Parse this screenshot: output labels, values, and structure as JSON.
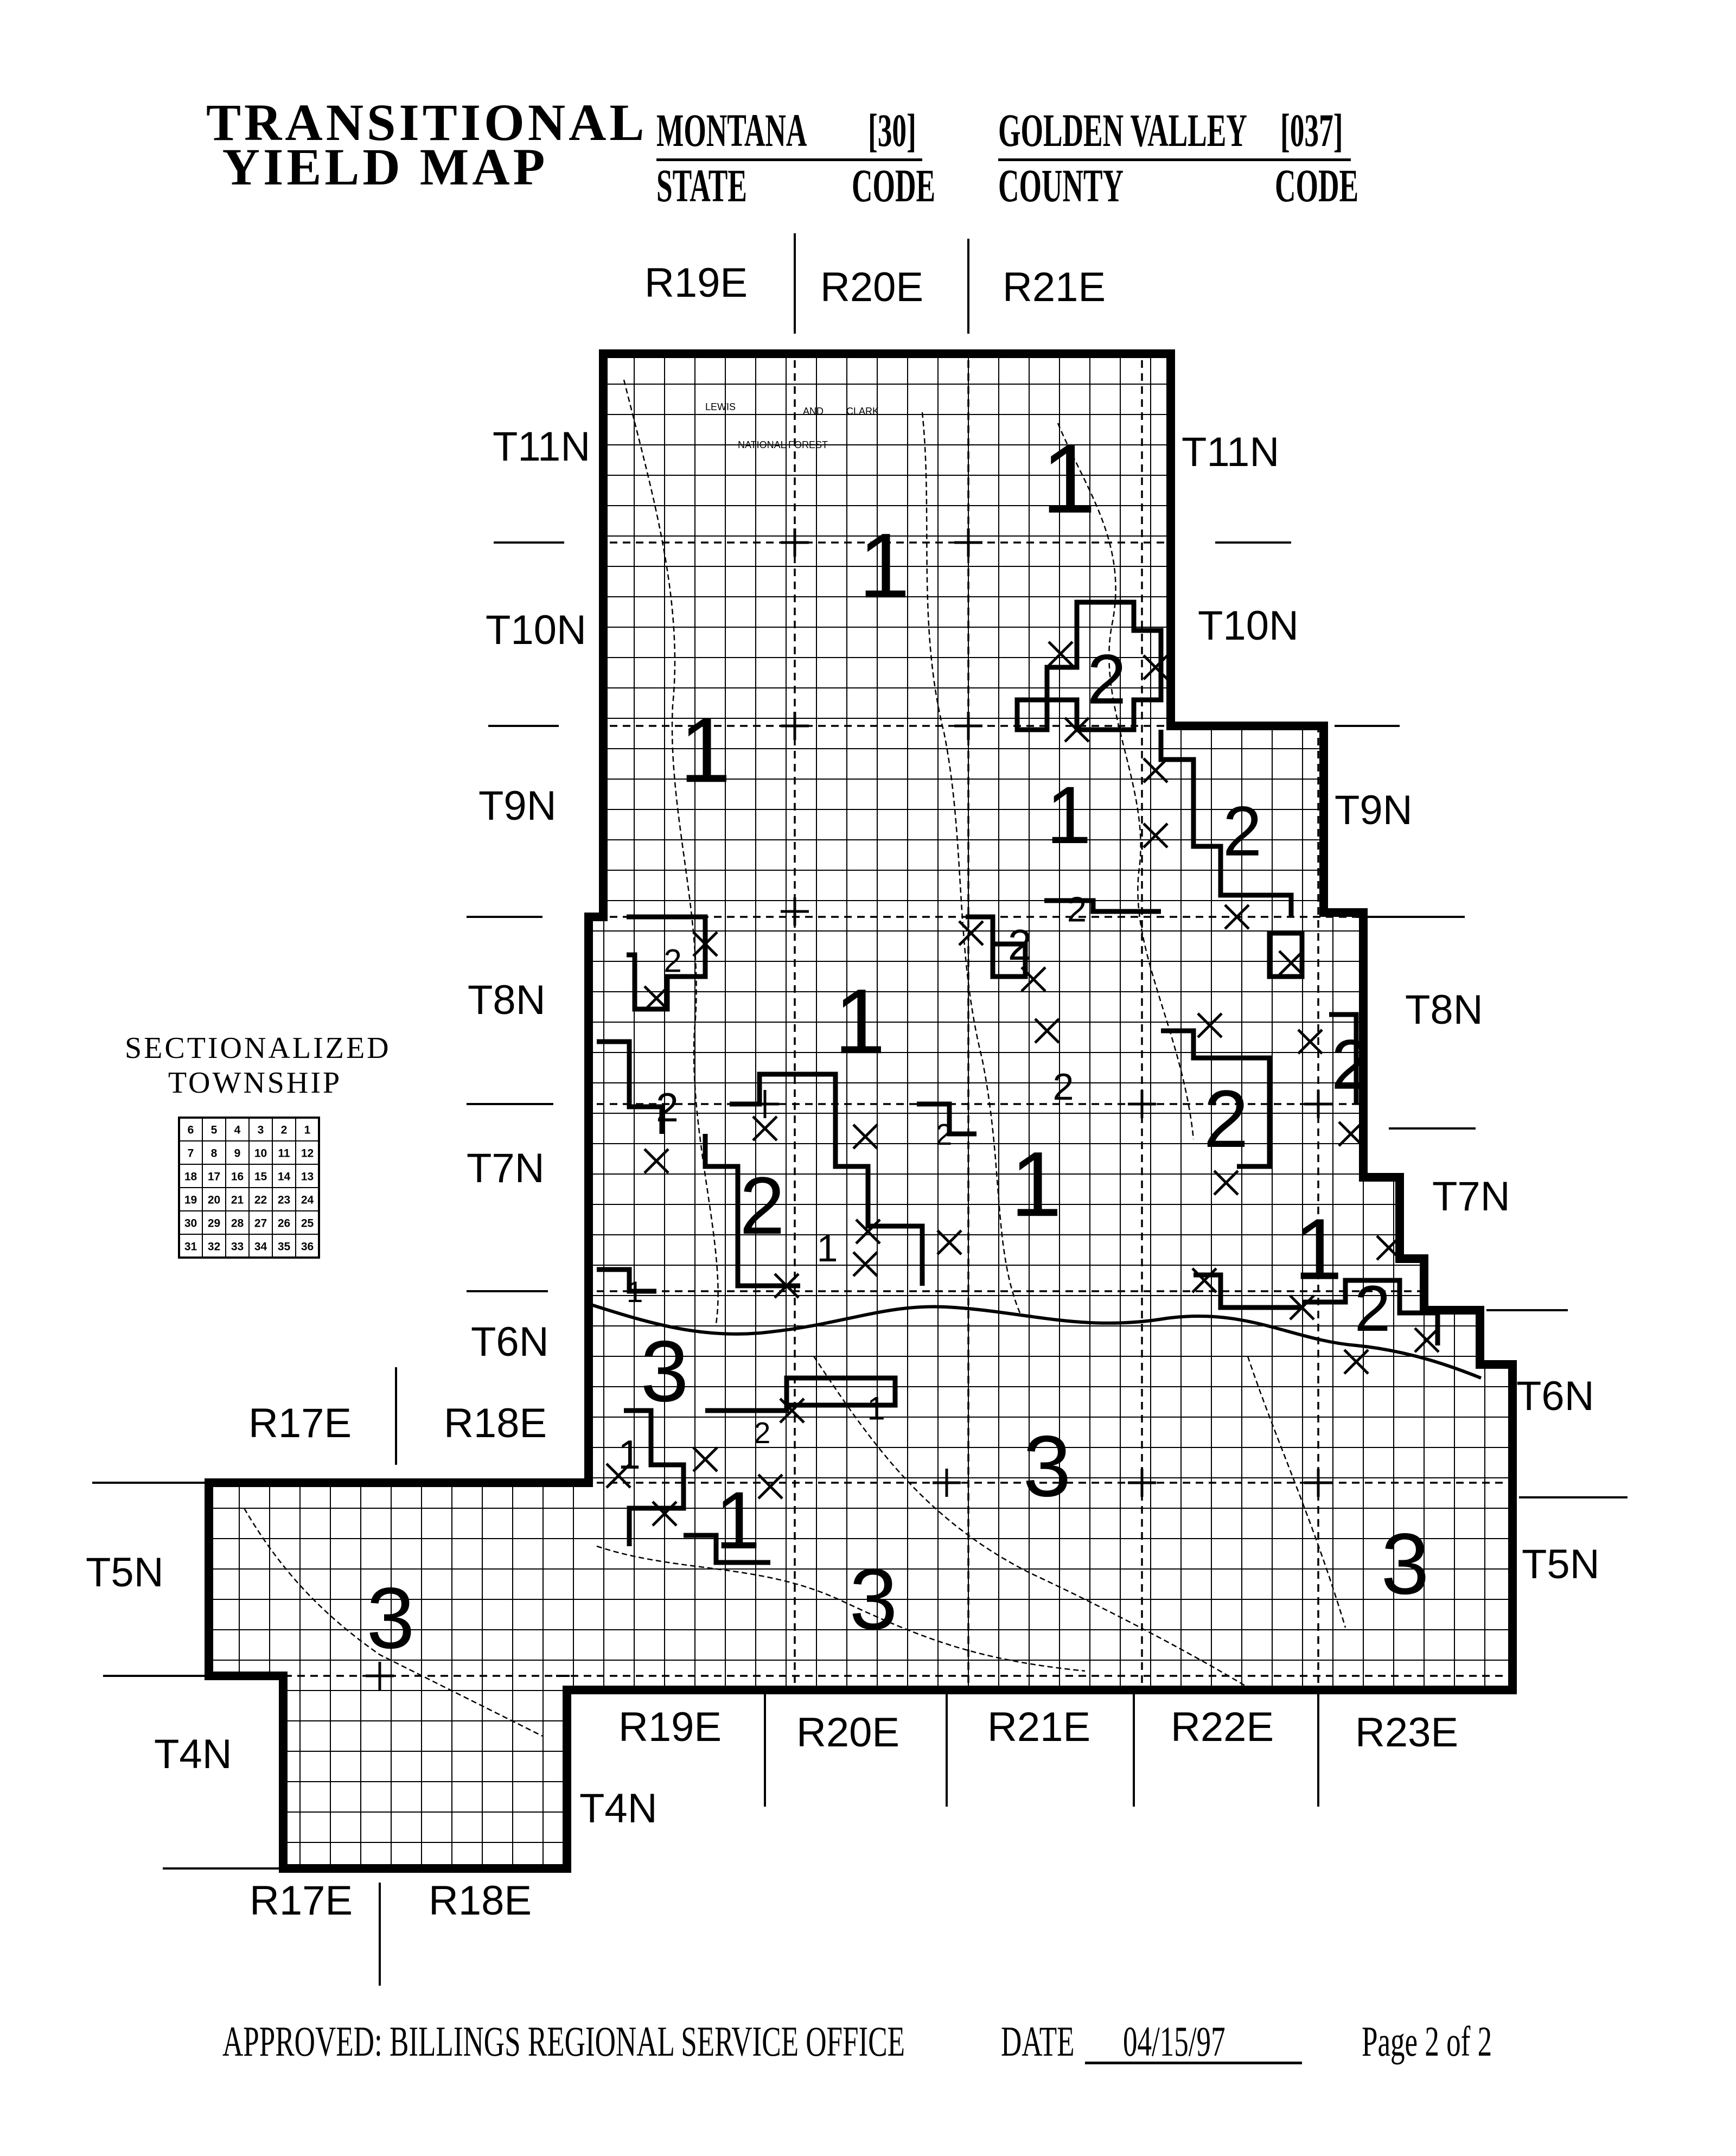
{
  "header": {
    "title_line1": "TRANSITIONAL",
    "title_line2": "YIELD MAP",
    "state_name": "MONTANA",
    "state_code": "[30]",
    "state_label": "STATE",
    "state_code_label": "CODE",
    "county_name": "GOLDEN VALLEY",
    "county_code": "[037]",
    "county_label": "COUNTY",
    "county_code_label": "CODE"
  },
  "ranges": {
    "top": [
      "R19E",
      "R20E",
      "R21E"
    ],
    "bottom": [
      "R19E",
      "R20E",
      "R21E",
      "R22E",
      "R23E"
    ],
    "left_upper": [
      "R17E",
      "R18E"
    ],
    "left_lower": [
      "R17E",
      "R18E"
    ]
  },
  "townships": {
    "left": [
      "T11N",
      "T10N",
      "T9N",
      "T8N",
      "T7N",
      "T6N",
      "T5N",
      "T4N"
    ],
    "right": [
      "T11N",
      "T10N",
      "T9N",
      "T8N",
      "T7N",
      "T6N",
      "T5N",
      "T4N"
    ]
  },
  "legend": {
    "title_line1": "SECTIONALIZED",
    "title_line2": "TOWNSHIP",
    "rows": [
      [
        "6",
        "5",
        "4",
        "3",
        "2",
        "1"
      ],
      [
        "7",
        "8",
        "9",
        "10",
        "11",
        "12"
      ],
      [
        "18",
        "17",
        "16",
        "15",
        "14",
        "13"
      ],
      [
        "19",
        "20",
        "21",
        "22",
        "23",
        "24"
      ],
      [
        "30",
        "29",
        "28",
        "27",
        "26",
        "25"
      ],
      [
        "31",
        "32",
        "33",
        "34",
        "35",
        "36"
      ]
    ]
  },
  "yield_zones": [
    {
      "label": "1"
    },
    {
      "label": "1"
    },
    {
      "label": "1"
    },
    {
      "label": "1"
    },
    {
      "label": "1"
    },
    {
      "label": "1"
    },
    {
      "label": "1"
    },
    {
      "label": "1"
    },
    {
      "label": "1"
    },
    {
      "label": "1"
    },
    {
      "label": "1"
    },
    {
      "label": "1"
    },
    {
      "label": "2"
    },
    {
      "label": "2"
    },
    {
      "label": "2"
    },
    {
      "label": "2"
    },
    {
      "label": "2"
    },
    {
      "label": "2"
    },
    {
      "label": "2"
    },
    {
      "label": "2"
    },
    {
      "label": "2"
    },
    {
      "label": "2"
    },
    {
      "label": "2"
    },
    {
      "label": "2"
    },
    {
      "label": "2"
    },
    {
      "label": "3"
    },
    {
      "label": "3"
    },
    {
      "label": "3"
    },
    {
      "label": "3"
    },
    {
      "label": "3"
    }
  ],
  "map_places": {
    "forest_label_1": "LEWIS",
    "forest_label_2": "AND",
    "forest_label_3": "CLARK",
    "forest_label_4": "NATIONAL FOREST"
  },
  "footer": {
    "approved": "APPROVED: BILLINGS REGIONAL SERVICE OFFICE",
    "date_label": "DATE",
    "date_value": "04/15/97",
    "page": "Page 2 of 2"
  },
  "colors": {
    "ink": "#000000",
    "paper": "#ffffff"
  }
}
